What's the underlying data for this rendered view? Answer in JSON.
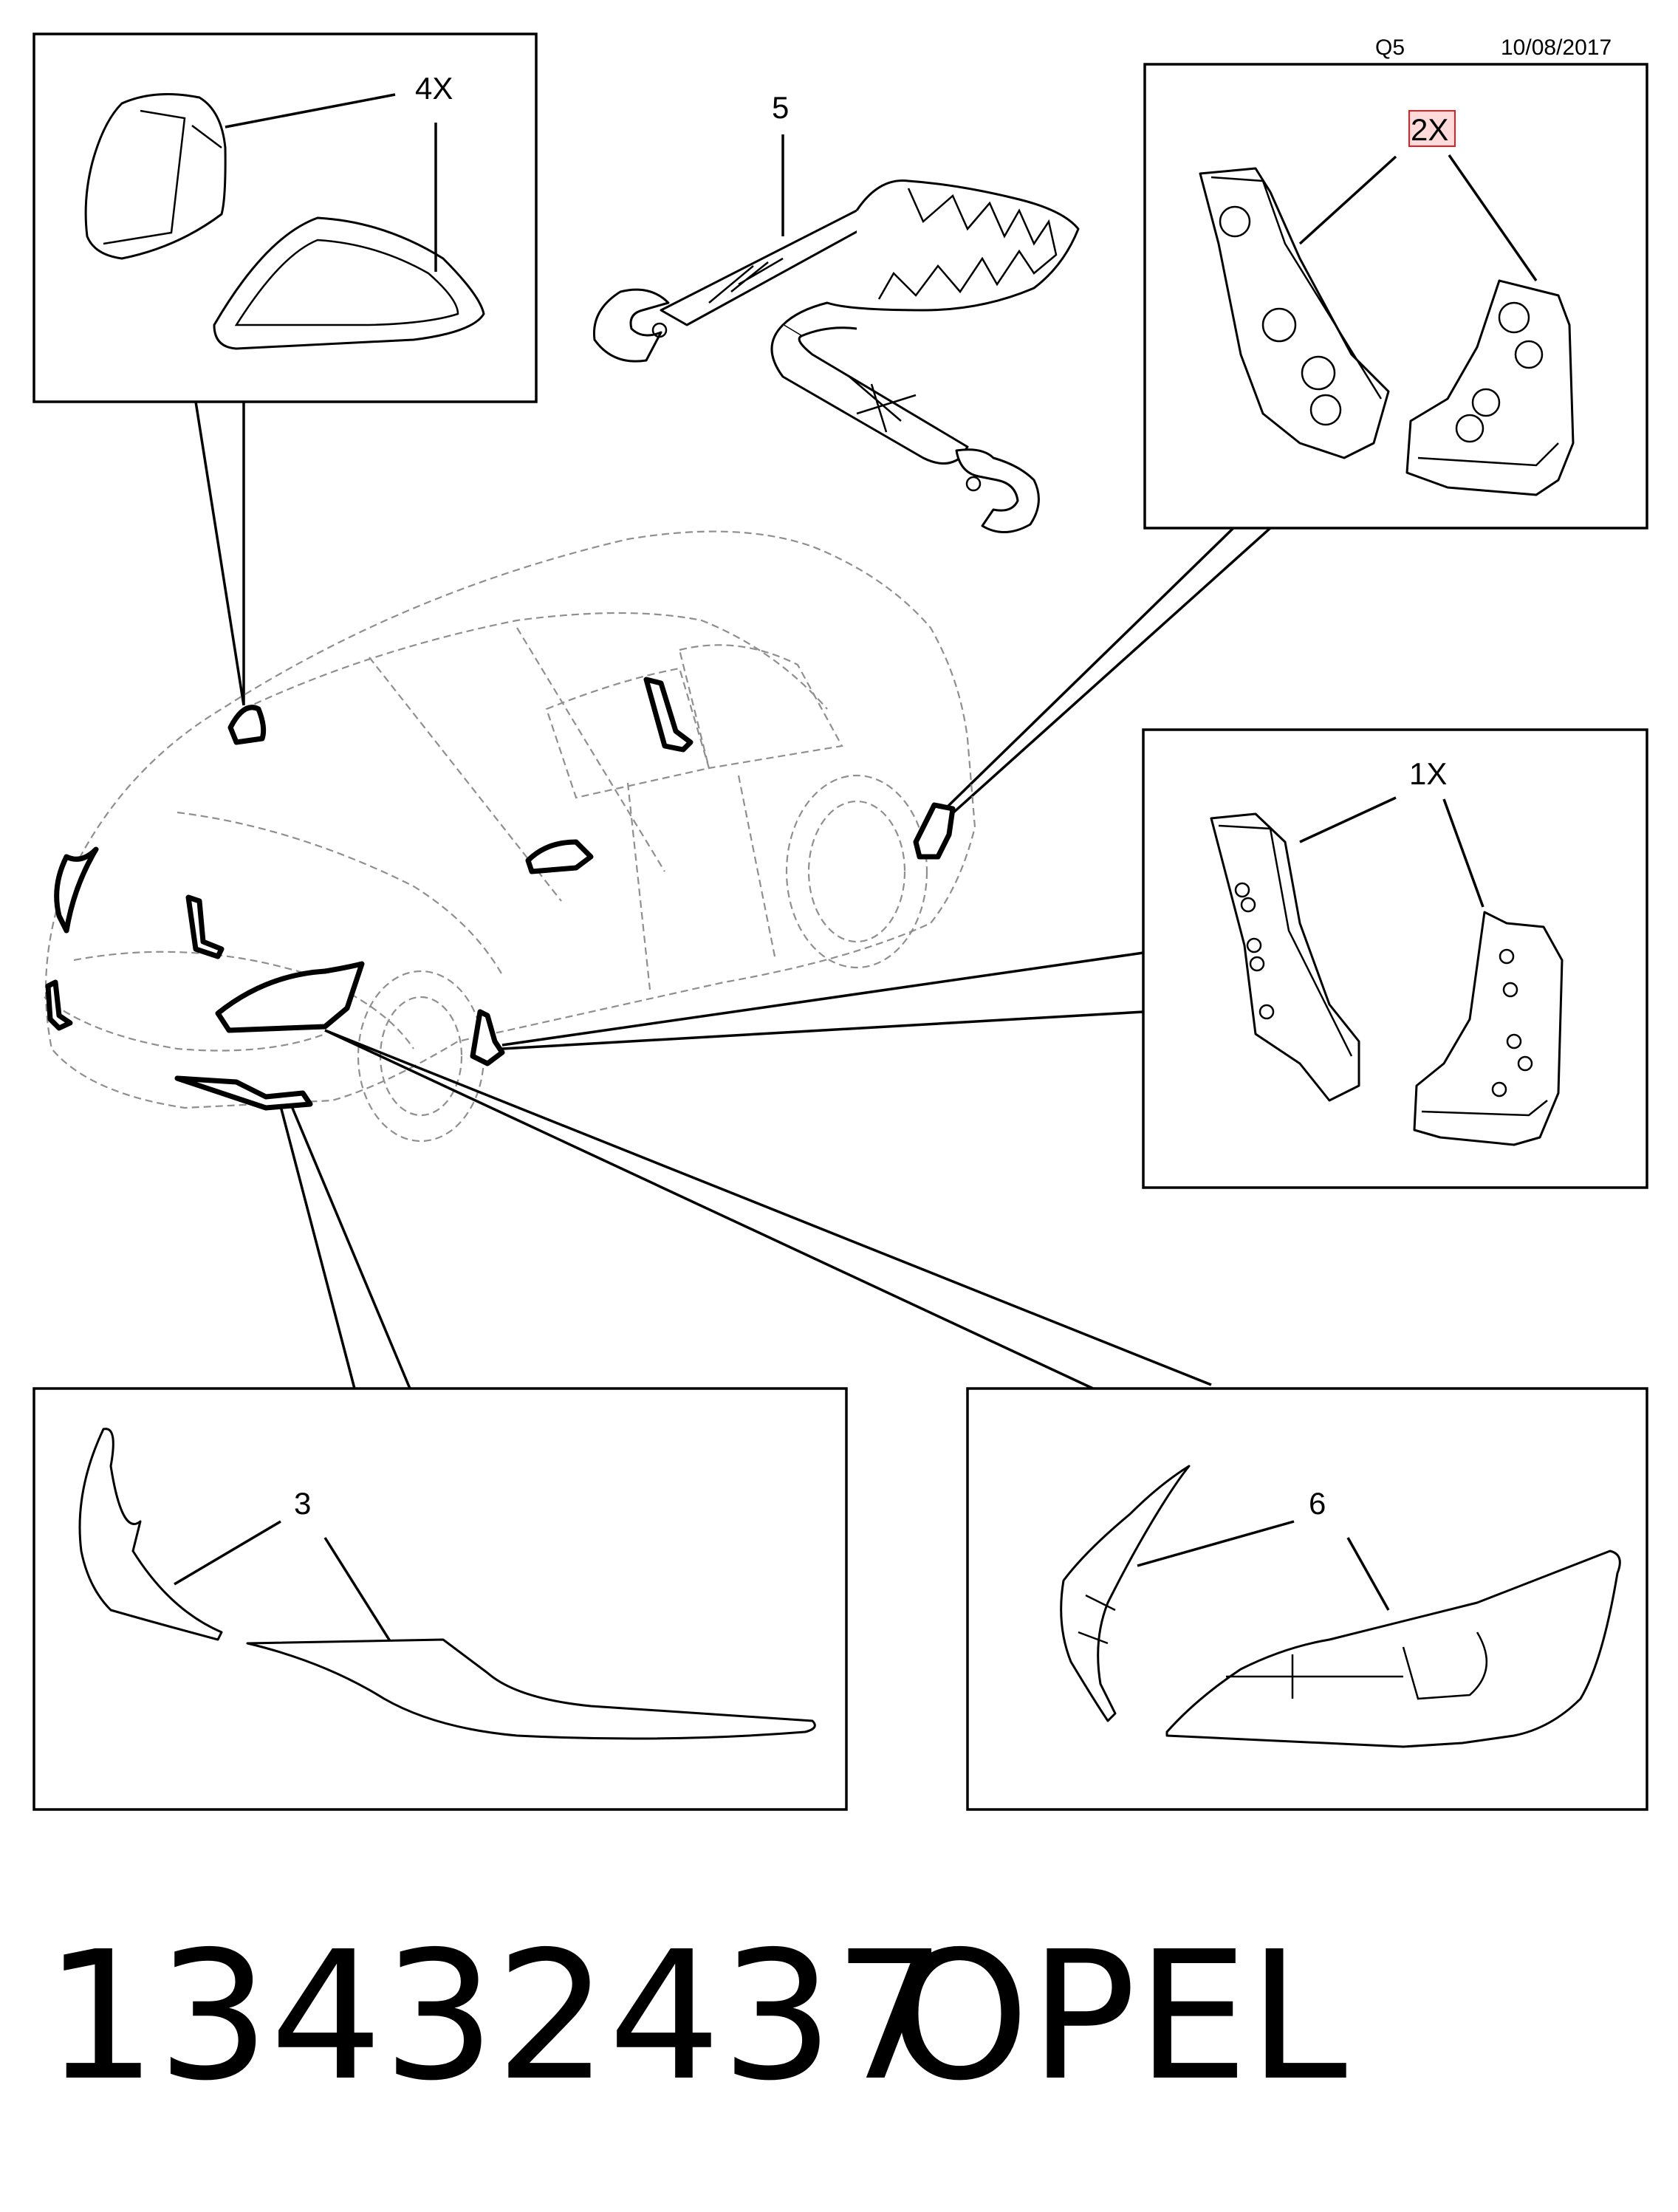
{
  "header": {
    "code": "Q5",
    "date": "10/08/2017"
  },
  "callouts": {
    "mirror_caps": "4X",
    "tow_rope": "5",
    "rear_mudflaps": "2X",
    "front_mudflaps": "1X",
    "fog_trim": "3",
    "light_trim": "6"
  },
  "footer": {
    "part_number": "13432437",
    "brand": "OPEL"
  },
  "icons": [
    "mirror-cap",
    "tow-rope",
    "mudflap",
    "fog-light-trim",
    "headlight-trim",
    "car-outline"
  ]
}
